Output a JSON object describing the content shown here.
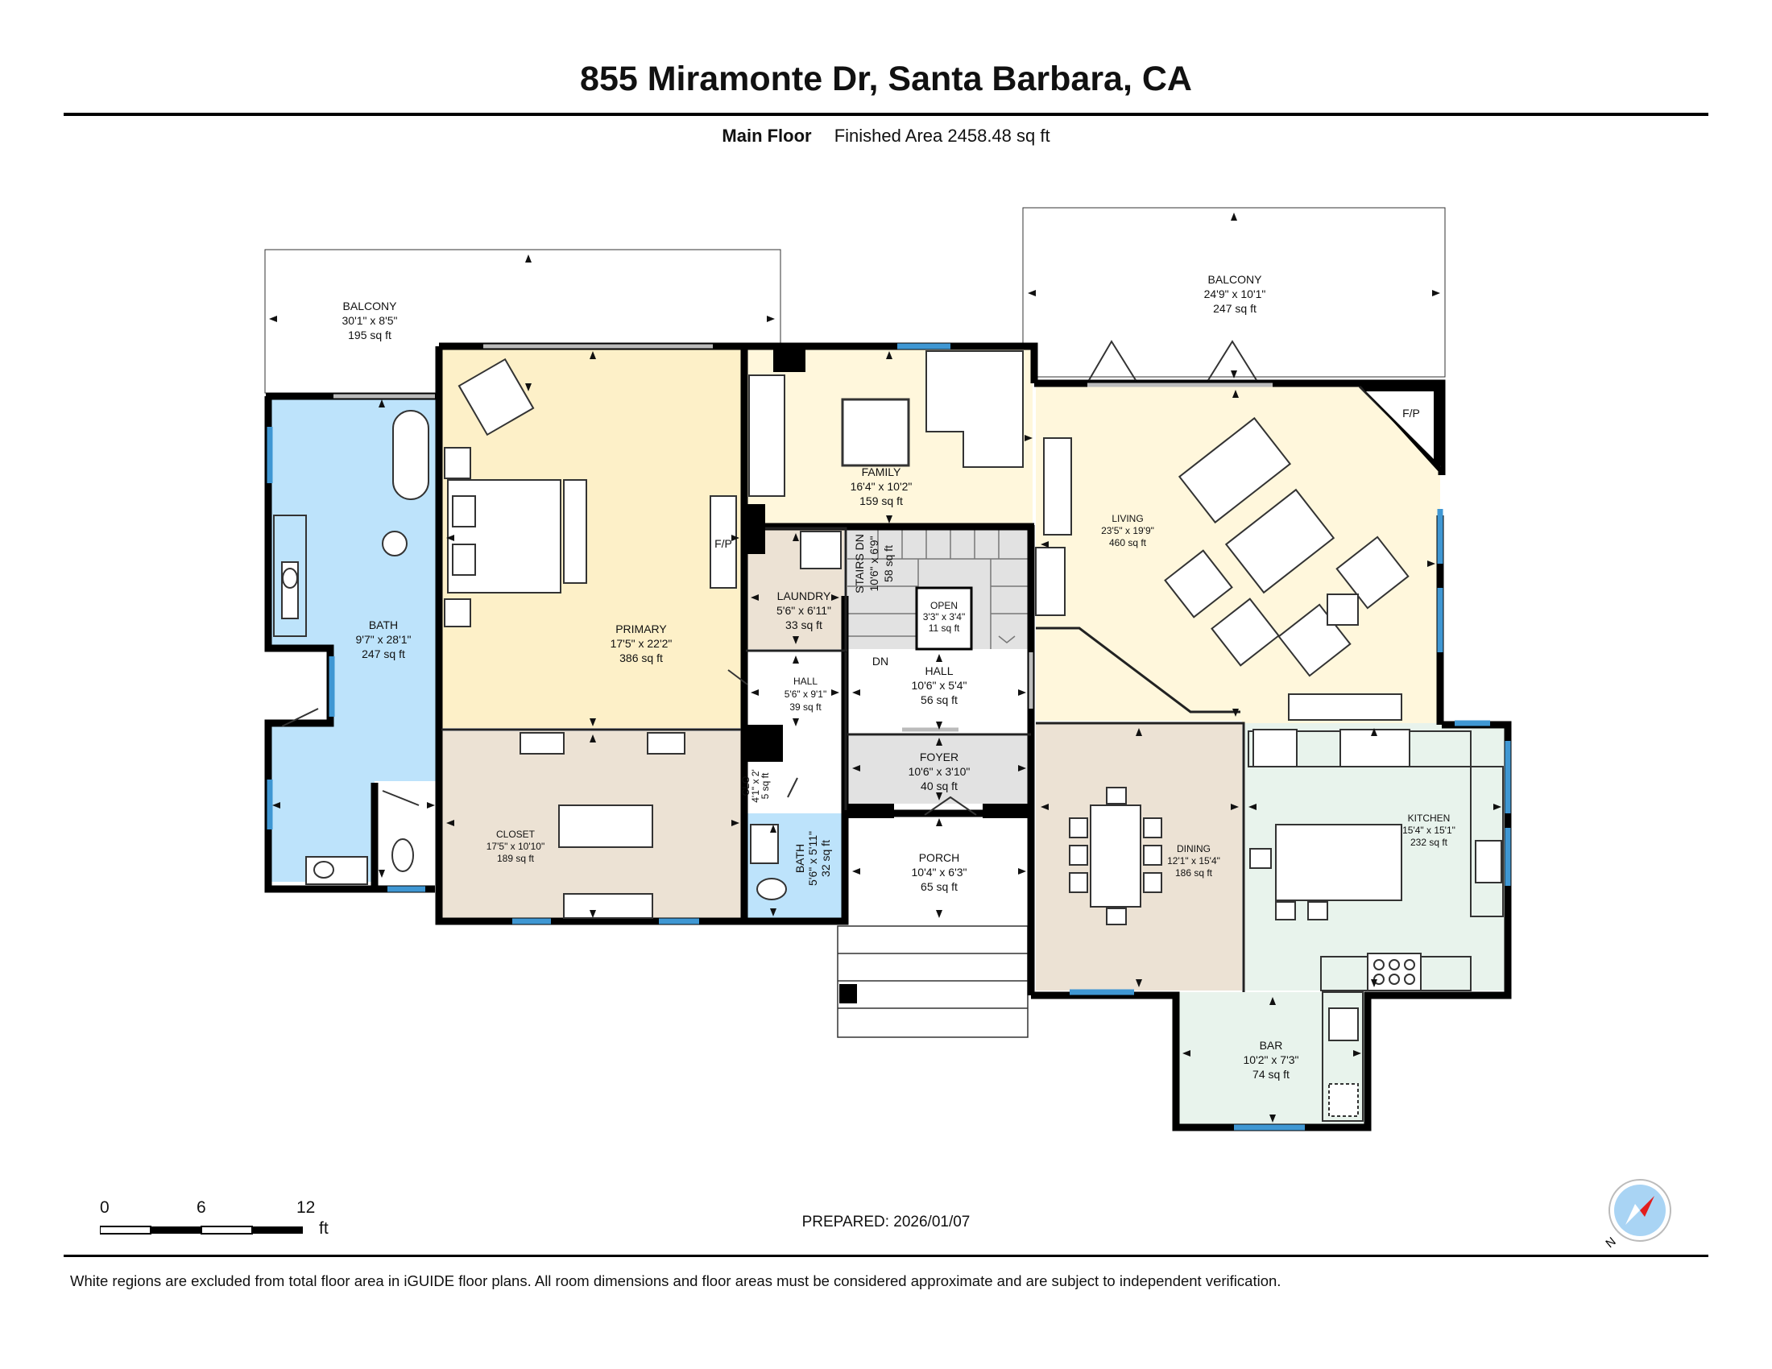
{
  "header": {
    "title": "855 Miramonte Dr, Santa Barbara, CA",
    "floor_name": "Main Floor",
    "finished_area": "Finished Area 2458.48 sq ft"
  },
  "rooms": {
    "balcony_left": {
      "name": "BALCONY",
      "dims": "30'1\" x 8'5\"",
      "area": "195 sq ft"
    },
    "balcony_right": {
      "name": "BALCONY",
      "dims": "24'9\" x 10'1\"",
      "area": "247 sq ft"
    },
    "bath_main": {
      "name": "BATH",
      "dims": "9'7\" x 28'1\"",
      "area": "247 sq ft"
    },
    "primary": {
      "name": "PRIMARY",
      "dims": "17'5\" x 22'2\"",
      "area": "386 sq ft"
    },
    "closet": {
      "name": "CLOSET",
      "dims": "17'5\" x 10'10\"",
      "area": "189 sq ft"
    },
    "family": {
      "name": "FAMILY",
      "dims": "16'4\" x 10'2\"",
      "area": "159 sq ft"
    },
    "laundry": {
      "name": "LAUNDRY",
      "dims": "5'6\" x 6'11\"",
      "area": "33 sq ft"
    },
    "stairs": {
      "name": "STAIRS DN",
      "dims": "10'6\" x 6'9\"",
      "area": "58 sq ft"
    },
    "open": {
      "name": "OPEN",
      "dims": "3'3\" x 3'4\"",
      "area": "11 sq ft"
    },
    "hall_small": {
      "name": "HALL",
      "dims": "5'6\" x 9'1\"",
      "area": "39 sq ft"
    },
    "hall_main": {
      "name": "HALL",
      "dims": "10'6\" x 5'4\"",
      "area": "56 sq ft"
    },
    "clo": {
      "name": "CLO",
      "dims": "4'1\" x 2'",
      "area": "5 sq ft"
    },
    "bath_half": {
      "name": "BATH",
      "dims": "5'6\" x 5'11\"",
      "area": "32 sq ft"
    },
    "foyer": {
      "name": "FOYER",
      "dims": "10'6\" x 3'10\"",
      "area": "40 sq ft"
    },
    "porch": {
      "name": "PORCH",
      "dims": "10'4\" x 6'3\"",
      "area": "65 sq ft"
    },
    "living": {
      "name": "LIVING",
      "dims": "23'5\" x 19'9\"",
      "area": "460 sq ft"
    },
    "dining": {
      "name": "DINING",
      "dims": "12'1\" x 15'4\"",
      "area": "186 sq ft"
    },
    "kitchen": {
      "name": "KITCHEN",
      "dims": "15'4\" x 15'1\"",
      "area": "232 sq ft"
    },
    "bar": {
      "name": "BAR",
      "dims": "10'2\" x 7'3\"",
      "area": "74 sq ft"
    }
  },
  "labels": {
    "fireplace_primary": "F/P",
    "fireplace_living": "F/P",
    "stairs_down": "DN"
  },
  "scale": {
    "tick_0": "0",
    "tick_6": "6",
    "tick_12": "12",
    "unit": "ft"
  },
  "compass": {
    "label": "N"
  },
  "footer": {
    "prepared": "PREPARED: 2026/01/07",
    "disclaimer": "White regions are excluded from total floor area in iGUIDE floor plans. All room dimensions and floor areas must be considered approximate and are subject to independent verification."
  },
  "colors": {
    "bedroom": "#fdf0c8",
    "bath": "#bde3fb",
    "closet": "#ece2d4",
    "living": "#fff7dc",
    "dining": "#ece2d4",
    "kitchen": "#e8f3ec",
    "hall": "#ffffff",
    "foyer": "#e2e2e2",
    "window": "#3f97d3"
  }
}
